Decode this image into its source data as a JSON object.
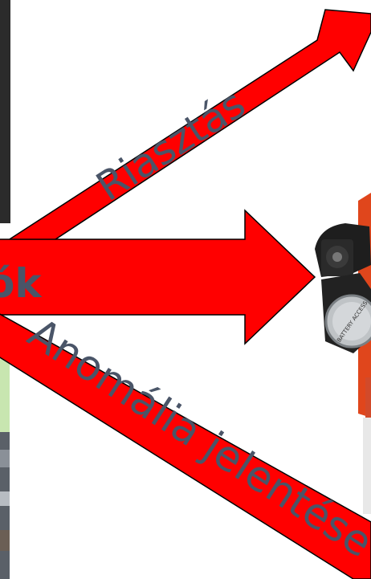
{
  "colors": {
    "arrow_fill": "#ff0000",
    "arrow_stroke": "#000000",
    "label_text": "#4a5568",
    "photo_dark": "#2b2b2b",
    "photo_green": "#c8e6b0",
    "device_orange": "#e0461c",
    "device_black": "#1e1e1e",
    "device_silver": "#bfc3c6"
  },
  "arrows": {
    "top_label": "Riasztás",
    "middle_label": "ók",
    "bottom_label": "Anomália jelentése"
  },
  "device": {
    "label": "BATTERY ACCESS"
  }
}
